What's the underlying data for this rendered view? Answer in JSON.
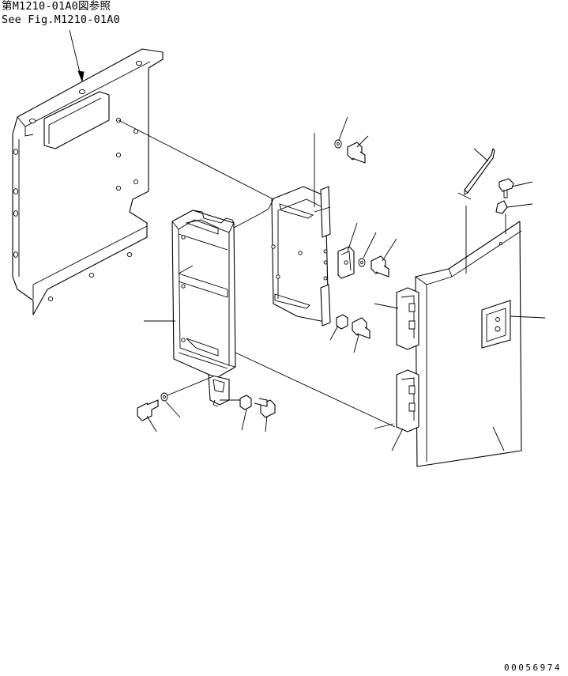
{
  "reference": {
    "japanese": "第M1210-01A0図参照",
    "english": "See Fig.M1210-01A0"
  },
  "drawing_number": "00056974"
}
